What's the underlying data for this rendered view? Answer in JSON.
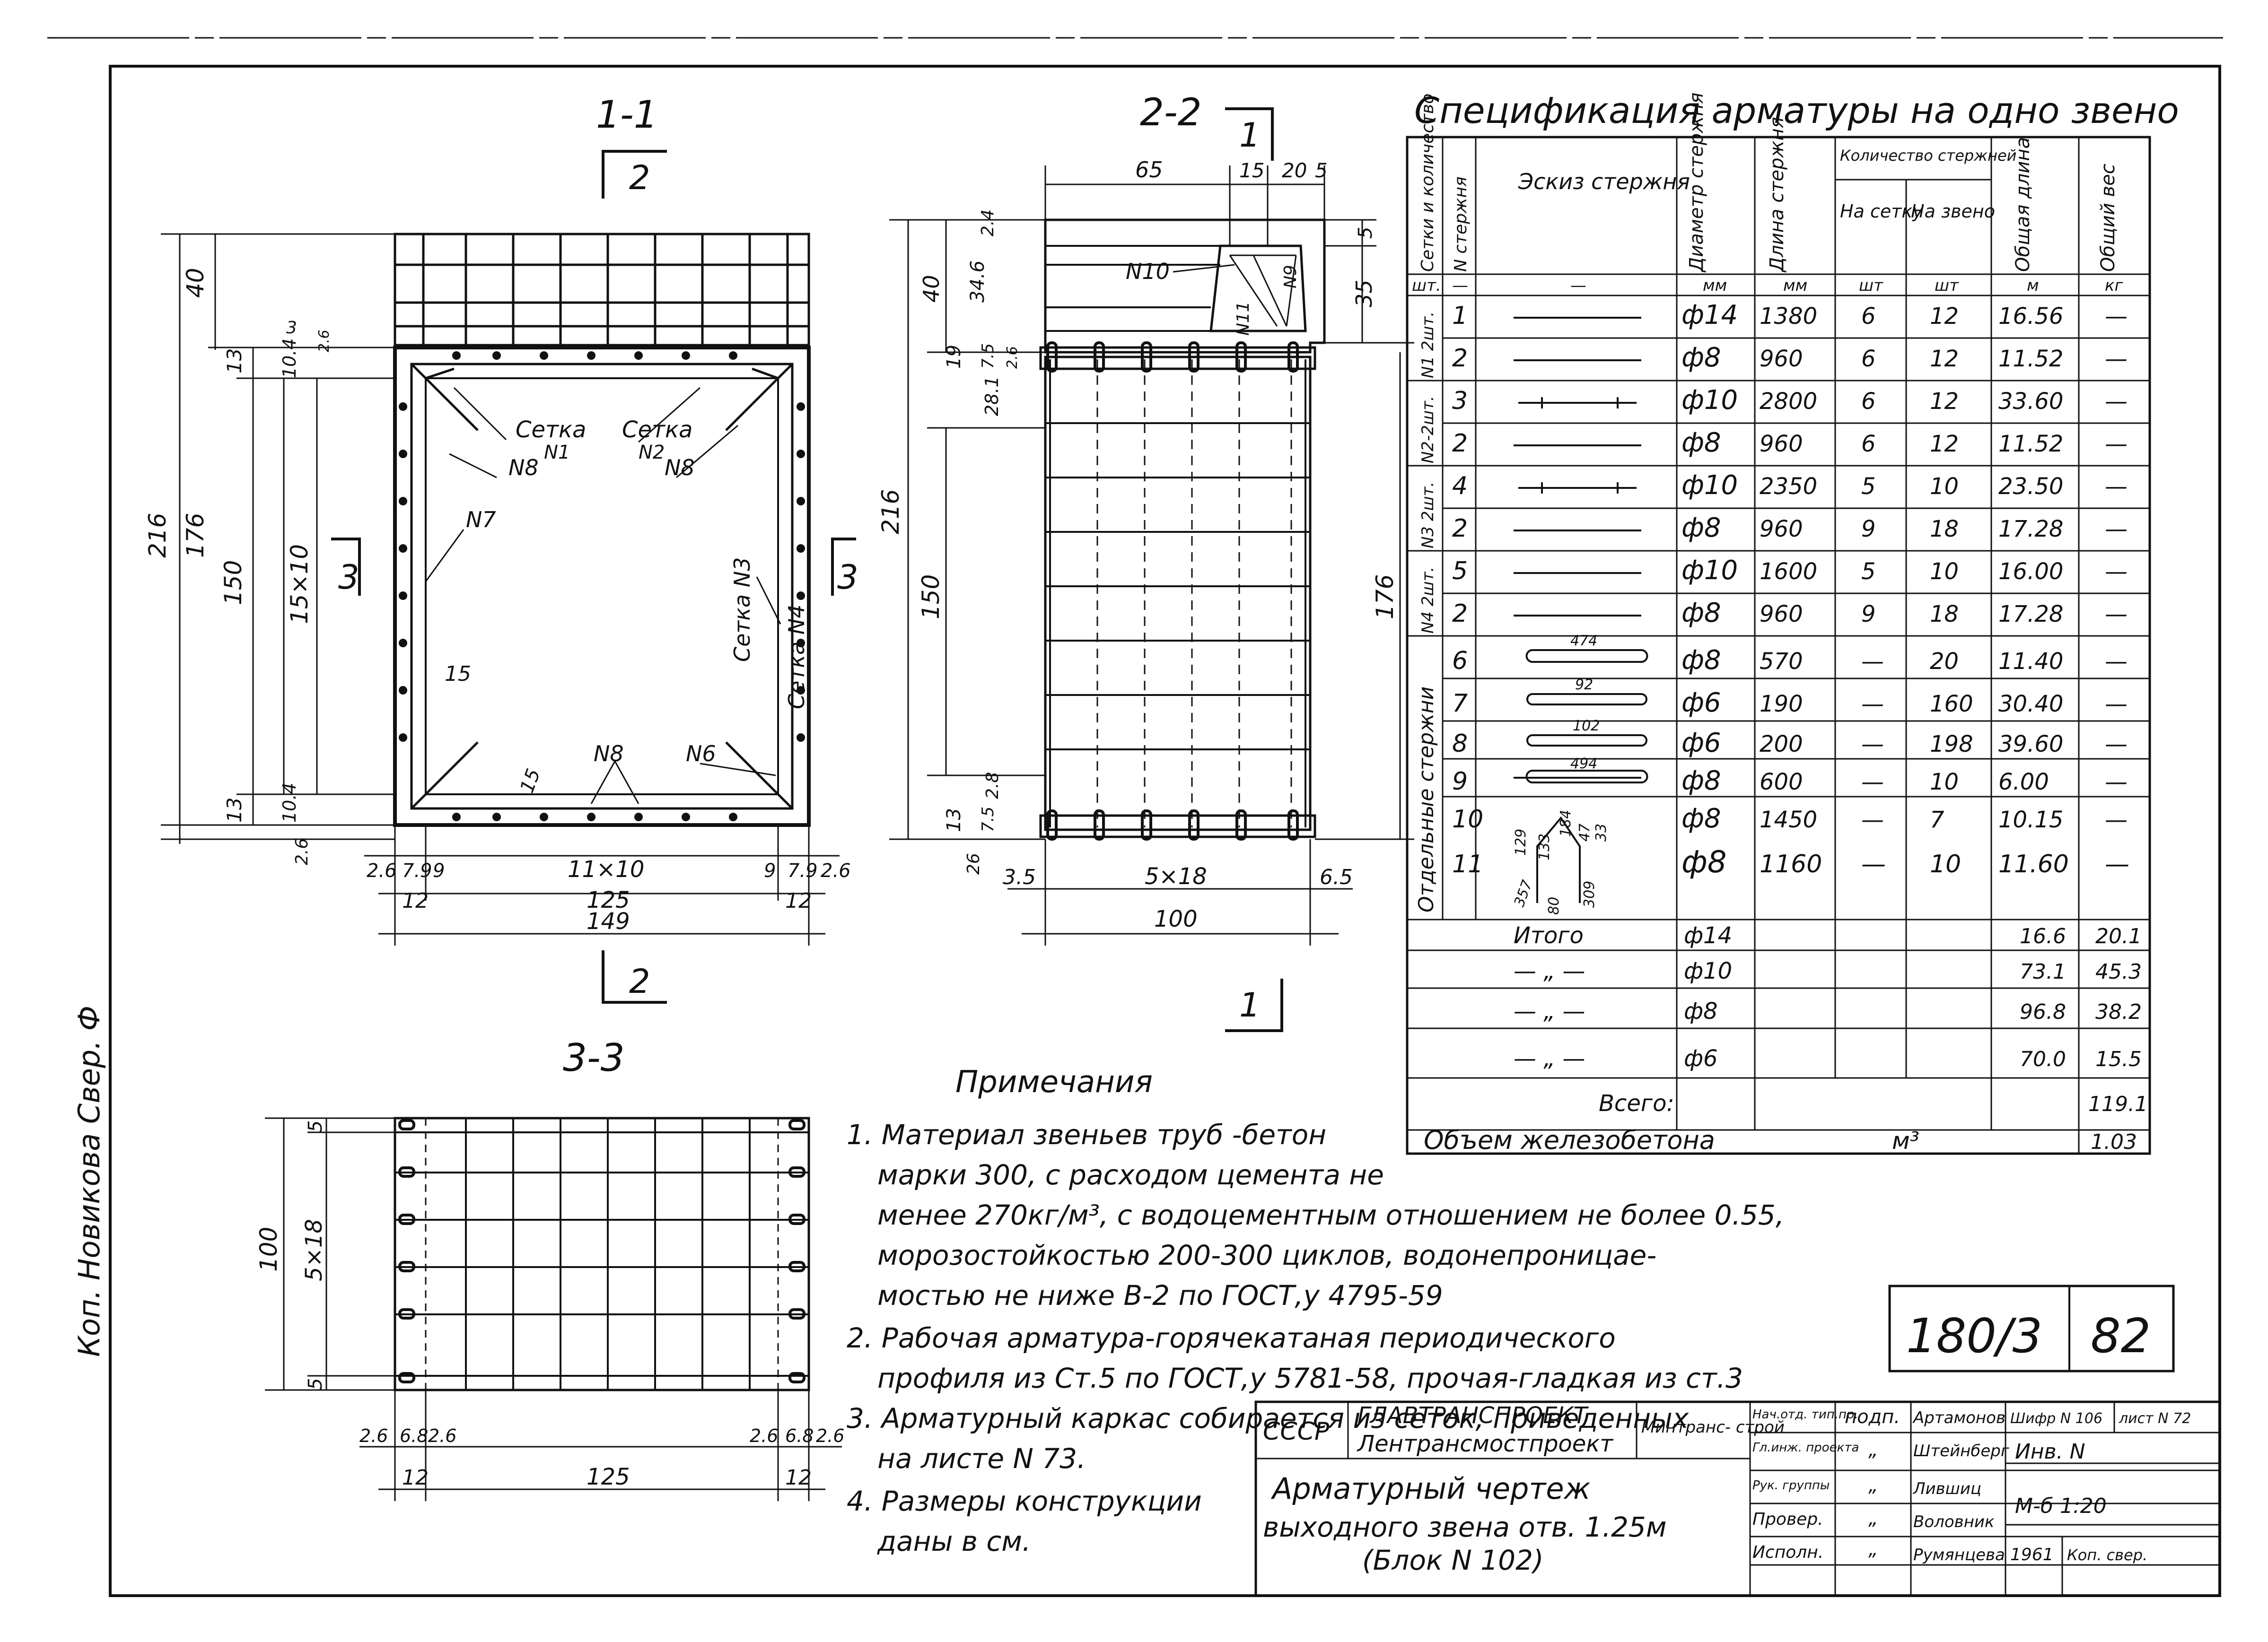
{
  "sheet": {
    "left_stamp": "Коп. Новикова  Свер. Ф",
    "frame_color": "#111111",
    "paper_color": "#ffffff"
  },
  "section11": {
    "title": "1-1",
    "cut2_top": "2",
    "cut2_bottom": "2",
    "cut3_left": "3",
    "cut3_right": "3",
    "labels": {
      "setka_n1": "Сетка",
      "setka_n1_no": "N1",
      "setka_n2": "Сетка",
      "setka_n2_no": "N2",
      "n8_left": "N8",
      "n8_right": "N8",
      "n7": "N7",
      "setka_n3": "Сетка N3",
      "setka_n4": "Сетка N4",
      "n8_bottom": "N8",
      "n6": "N6",
      "d15_a": "15",
      "d15_b": "15"
    },
    "dims_left": {
      "d216": "216",
      "d176": "176",
      "d150": "150",
      "d40": "40",
      "d13_top": "13",
      "d13_bot": "13",
      "d10_4_top": "10.4",
      "d10_4_bot": "10.4",
      "d15x10": "15×10",
      "d3": "3",
      "d2_6_top": "2.6",
      "d2_6_bot": "2.6"
    },
    "dims_bottom": {
      "a2_6": "2.6",
      "a7_9": "7.9",
      "a9": "9",
      "a11x10": "11×10",
      "b9": "9",
      "b7_9": "7.9",
      "b2_6": "2.6",
      "c12_left": "12",
      "c125": "125",
      "c12_right": "12",
      "d149": "149"
    }
  },
  "section22": {
    "title": "2-2",
    "cut1_top": "1",
    "cut1_bottom": "1",
    "labels": {
      "n10": "N10",
      "n11": "N11",
      "n9": "N9"
    },
    "dims_top": {
      "t65": "65",
      "t15": "15",
      "t20": "20",
      "t5": "5"
    },
    "dims_left": {
      "d216": "216",
      "d150": "150",
      "d40": "40",
      "d34_6": "34.6",
      "d2_4": "2.4",
      "d19": "19",
      "d7_5_top": "7.5",
      "d2_6": "2.6",
      "d28_1": "28.1",
      "d13": "13",
      "d7_5_bot": "7.5",
      "d2_8": "2.8",
      "d2_6_bot": "26"
    },
    "dims_right": {
      "r5": "5",
      "r35": "35",
      "r176": "176"
    },
    "dims_bottom": {
      "b3_5": "3.5",
      "b5x18": "5×18",
      "b6_5": "6.5",
      "b100": "100"
    }
  },
  "section33": {
    "title": "3-3",
    "dims_left": {
      "d100": "100",
      "d5_top": "5",
      "d5x18": "5×18",
      "d5_bot": "5"
    },
    "dims_bottom": {
      "a2_6": "2.6",
      "a6_8": "6.8",
      "a2_6b": "2.6",
      "b2_6": "2.6",
      "b6_8": "6.8",
      "b2_6c": "2.6",
      "c12_left": "12",
      "c125": "125",
      "c12_right": "12"
    }
  },
  "spec": {
    "title": "Спецификация арматуры на одно звено",
    "headers": {
      "setka": "Сетки и количество",
      "n": "N стержня",
      "sketch": "Эскиз стержня",
      "diam": "Диаметр стержня",
      "len": "Длина стержня",
      "qty": "Количество стержней",
      "qty_setka": "На сетку",
      "qty_zveno": "На звено",
      "total_len": "Общая длина",
      "total_w": "Общий вес"
    },
    "units": [
      "шт.",
      "—",
      "—",
      "мм",
      "мм",
      "шт",
      "шт",
      "м",
      "кг"
    ],
    "groups": [
      "N1 2шт.",
      "N2-2шт.",
      "N3 2шт.",
      "N4 2шт.",
      "Отдельные стержни"
    ],
    "rows": [
      {
        "n": "1",
        "d": "ф14",
        "l": "1380",
        "s": "6",
        "z": "12",
        "tl": "16.56",
        "w": "—"
      },
      {
        "n": "2",
        "d": "ф8",
        "l": "960",
        "s": "6",
        "z": "12",
        "tl": "11.52",
        "w": "—"
      },
      {
        "n": "3",
        "d": "ф10",
        "l": "2800",
        "s": "6",
        "z": "12",
        "tl": "33.60",
        "w": "—"
      },
      {
        "n": "2",
        "d": "ф8",
        "l": "960",
        "s": "6",
        "z": "12",
        "tl": "11.52",
        "w": "—"
      },
      {
        "n": "4",
        "d": "ф10",
        "l": "2350",
        "s": "5",
        "z": "10",
        "tl": "23.50",
        "w": "—"
      },
      {
        "n": "2",
        "d": "ф8",
        "l": "960",
        "s": "9",
        "z": "18",
        "tl": "17.28",
        "w": "—"
      },
      {
        "n": "5",
        "d": "ф10",
        "l": "1600",
        "s": "5",
        "z": "10",
        "tl": "16.00",
        "w": "—"
      },
      {
        "n": "2",
        "d": "ф8",
        "l": "960",
        "s": "9",
        "z": "18",
        "tl": "17.28",
        "w": "—"
      },
      {
        "n": "6",
        "d": "ф8",
        "l": "570",
        "s": "—",
        "z": "20",
        "tl": "11.40",
        "w": "—"
      },
      {
        "n": "7",
        "d": "ф6",
        "l": "190",
        "s": "—",
        "z": "160",
        "tl": "30.40",
        "w": "—"
      },
      {
        "n": "8",
        "d": "ф6",
        "l": "200",
        "s": "—",
        "z": "198",
        "tl": "39.60",
        "w": "—"
      },
      {
        "n": "9",
        "d": "ф8",
        "l": "600",
        "s": "—",
        "z": "10",
        "tl": "6.00",
        "w": "—"
      },
      {
        "n": "10",
        "d": "ф8",
        "l": "1450",
        "s": "—",
        "z": "7",
        "tl": "10.15",
        "w": "—"
      },
      {
        "n": "11",
        "d": "ф8",
        "l": "1160",
        "s": "—",
        "z": "10",
        "tl": "11.60",
        "w": "—"
      }
    ],
    "sketch_dims": {
      "s6": "474",
      "s7": "92",
      "s8": "102",
      "s9": "494",
      "s11a": "129",
      "s11b": "133",
      "s11c": "184",
      "s11d": "47",
      "s11e": "33",
      "s11f": "357",
      "s11g": "80",
      "s11h": "309"
    },
    "totals": [
      {
        "label": "Итого",
        "d": "ф14",
        "tl": "16.6",
        "w": "20.1"
      },
      {
        "label": "— „ —",
        "d": "ф10",
        "tl": "73.1",
        "w": "45.3"
      },
      {
        "label": "— „ —",
        "d": "ф8",
        "tl": "96.8",
        "w": "38.2"
      },
      {
        "label": "— „ —",
        "d": "ф6",
        "tl": "70.0",
        "w": "15.5"
      }
    ],
    "vsego_label": "Всего:",
    "vsego_w": "119.1",
    "volume_label": "Объем железобетона",
    "volume_unit": "м³",
    "volume_val": "1.03"
  },
  "notes": {
    "title": "Примечания",
    "lines": [
      "1. Материал звеньев труб -бетон",
      "марки 300, с расходом цемента не",
      "менее 270кг/м³, с водоцементным отношением не более 0.55,",
      "морозостойкостью 200-300 циклов, водонепроницае-",
      "мостью не ниже В-2 по ГОСТ,у 4795-59",
      "2. Рабочая арматура-горячекатаная периодического",
      "профиля из Ст.5 по ГОСТ,у 5781-58, прочая-гладкая из ст.3",
      "3. Арматурный каркас собирается из сеток, приведенных",
      "на листе N 73.",
      "4. Размеры конструкции",
      "даны в см."
    ]
  },
  "sheet_no": {
    "code": "180/3",
    "num": "82"
  },
  "title_block": {
    "ussr": "СССР",
    "org1": "ГЛАВТРАНСПРОЕКТ",
    "org2": "Лентрансмостпроект",
    "ministry": "Минтранс- строй",
    "roles": [
      "Нач.отд. тип.пр.",
      "Гл.инж. проекта",
      "Рук. группы",
      "Провер.",
      "Исполн."
    ],
    "podp": "подп.",
    "ditto": "„",
    "names": [
      "Артамонов",
      "Штейнберг",
      "Лившиц",
      "Воловник",
      "Румянцева"
    ],
    "shifr_label": "Шифр N 106",
    "list_label": "лист N 72",
    "inv": "Инв. N",
    "scale": "М-б 1:20",
    "year": "1961",
    "kop": "Коп. свер.",
    "drawing_title": [
      "Арматурный чертеж",
      "выходного звена отв. 1.25м",
      "(Блок N 102)"
    ]
  }
}
